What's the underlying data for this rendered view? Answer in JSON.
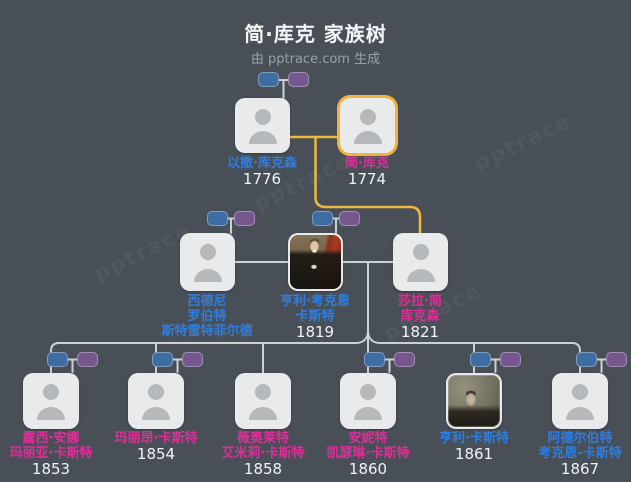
{
  "header": {
    "title": "简·库克 家族树",
    "subtitle": "由 pptrace.com 生成"
  },
  "watermark": {
    "text": "pptrace"
  },
  "colors": {
    "background": "#484f56",
    "card": "#e9eaec",
    "male_name_text": "#2e7de0",
    "female_name_text": "#e02d9a",
    "year_text": "#f1f3f5",
    "highlight_border": "#f0b43c",
    "highlight_line": "#edb93e",
    "connector_line": "#ccd1d5",
    "mini_father_node": "#3d6da3",
    "mini_mother_node": "#76588f"
  },
  "people": {
    "isaac": {
      "name_lines": [
        "以撒·库克森"
      ],
      "year": "1776"
    },
    "jane": {
      "name_lines": [
        "简·库克"
      ],
      "year": "1774",
      "highlighted": true
    },
    "sidney": {
      "name_lines": [
        "西德尼",
        "罗伯特",
        "斯特雷特菲尔德"
      ],
      "year": ""
    },
    "henry_cockayne": {
      "name_lines": [
        "亨利·考克恩",
        "卡斯特"
      ],
      "year": "1819"
    },
    "sarah": {
      "name_lines": [
        "莎拉·简",
        "库克森"
      ],
      "year": "1821"
    },
    "lucy": {
      "name_lines": [
        "露西·安娜",
        "玛丽亚·卡斯特"
      ],
      "year": "1853"
    },
    "marion": {
      "name_lines": [
        "玛丽昂·卡斯特"
      ],
      "year": "1854"
    },
    "violet": {
      "name_lines": [
        "薇奥莱特",
        "艾米莉·卡斯特"
      ],
      "year": "1858"
    },
    "annette": {
      "name_lines": [
        "安妮特",
        "凯瑟琳·卡斯特"
      ],
      "year": "1860"
    },
    "henry": {
      "name_lines": [
        "亨利·卡斯特"
      ],
      "year": "1861"
    },
    "adelbert": {
      "name_lines": [
        "阿德尔伯特",
        "考克恩-卡斯特"
      ],
      "year": "1867"
    }
  }
}
